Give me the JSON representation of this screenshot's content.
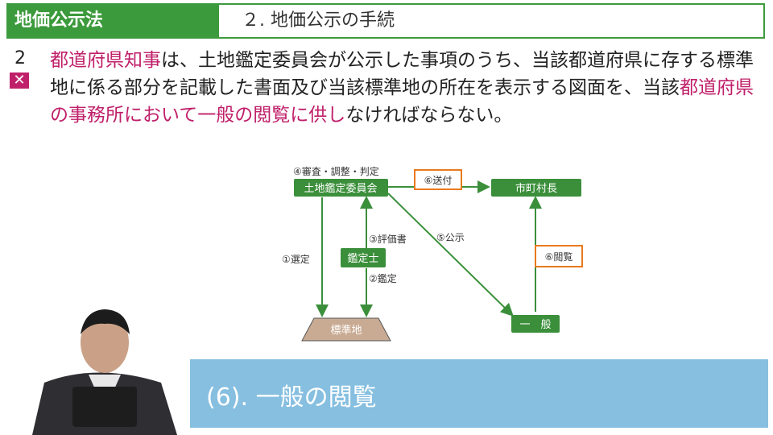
{
  "header": {
    "subject": "地価公示法",
    "topic": "２. 地価公示の手続"
  },
  "question": {
    "number": "2",
    "mark": "✕",
    "segments": [
      {
        "text": "都道府県知事",
        "hl": true
      },
      {
        "text": "は、土地鑑定委員会が公示した事項のうち、当該都道府県に存する標準地に係る部分を記載した書面及び当該標準地の所在を表示する図面を、当該",
        "hl": false
      },
      {
        "text": "都道府県の事務所において一般の閲覧に供し",
        "hl": true
      },
      {
        "text": "なければならない。",
        "hl": false
      }
    ]
  },
  "diagram": {
    "nodes": {
      "committee": "土地鑑定委員会",
      "mayor": "市町村長",
      "appraiser": "鑑定士",
      "land": "標準地",
      "public": "一　般"
    },
    "labels": {
      "review": "④審査・調整・判定",
      "send": "⑥送付",
      "select": "①選定",
      "evaluation": "③評価書",
      "appraisal": "②鑑定",
      "announce": "⑤公示",
      "inspection": "⑥閲覧"
    },
    "colors": {
      "green": "#3b8f3b",
      "orange": "#e87a1e",
      "brown": "#c9ab94"
    }
  },
  "caption": "(6). 一般の閲覧"
}
